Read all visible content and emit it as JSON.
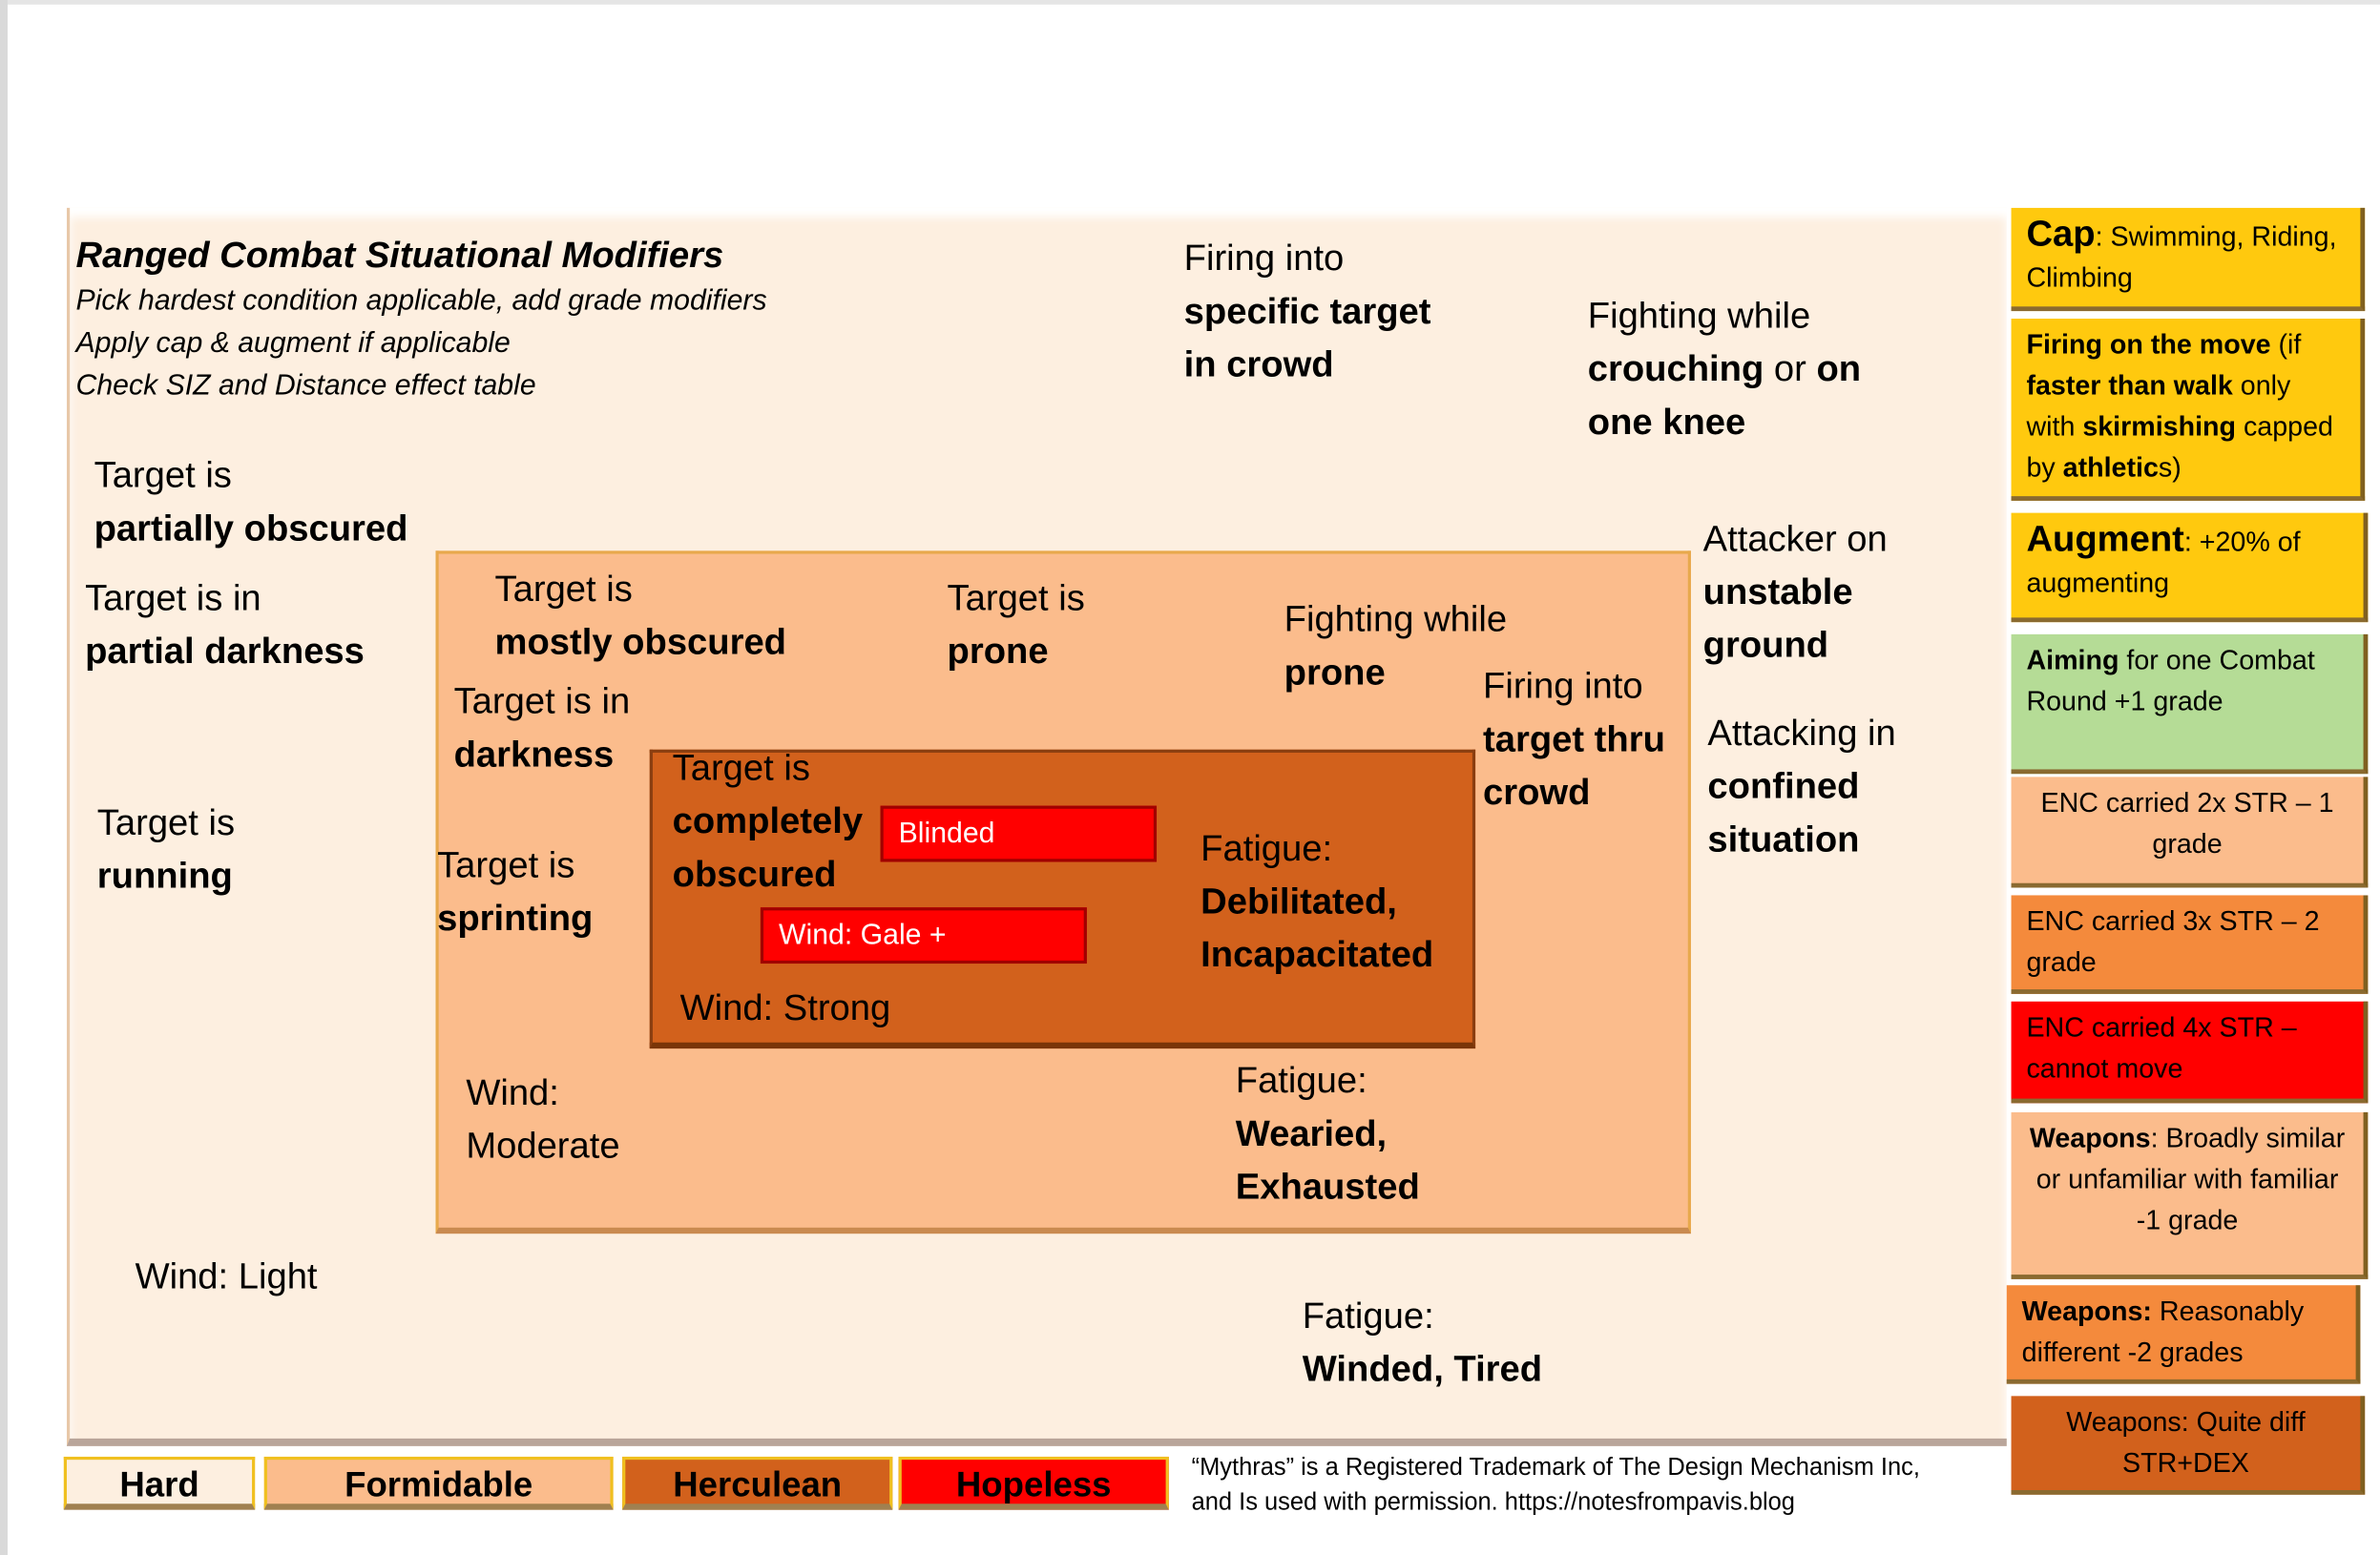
{
  "title": {
    "heading": "Ranged Combat Situational Modifiers",
    "lines": [
      "Pick hardest condition applicable, add grade modifiers",
      "Apply cap & augment if applicable",
      "Check SIZ and Distance effect table"
    ]
  },
  "labels": [
    {
      "id": "specific-target",
      "lines": [
        [
          {
            "t": "Firing into"
          }
        ],
        [
          {
            "t": "specific target",
            "b": true
          }
        ],
        [
          {
            "t": "in crowd",
            "b": true
          }
        ]
      ]
    },
    {
      "id": "crouching",
      "lines": [
        [
          {
            "t": "Fighting while"
          }
        ],
        [
          {
            "t": "crouching",
            "b": true
          },
          {
            "t": " or "
          },
          {
            "t": "on",
            "b": true
          }
        ],
        [
          {
            "t": "one knee",
            "b": true
          }
        ]
      ]
    },
    {
      "id": "partially-obscured",
      "lines": [
        [
          {
            "t": "Target is"
          }
        ],
        [
          {
            "t": "partially obscured",
            "b": true
          }
        ]
      ]
    },
    {
      "id": "partial-darkness",
      "lines": [
        [
          {
            "t": "Target is in"
          }
        ],
        [
          {
            "t": "partial darkness",
            "b": true
          }
        ]
      ]
    },
    {
      "id": "running",
      "lines": [
        [
          {
            "t": "Target is"
          }
        ],
        [
          {
            "t": "running",
            "b": true
          }
        ]
      ]
    },
    {
      "id": "wind-light",
      "lines": [
        [
          {
            "t": "Wind: Light"
          }
        ]
      ]
    },
    {
      "id": "mostly-obscured",
      "lines": [
        [
          {
            "t": "Target is"
          }
        ],
        [
          {
            "t": "mostly obscured",
            "b": true
          }
        ]
      ]
    },
    {
      "id": "prone",
      "lines": [
        [
          {
            "t": "Target is"
          }
        ],
        [
          {
            "t": "prone",
            "b": true
          }
        ]
      ]
    },
    {
      "id": "fighting-prone",
      "lines": [
        [
          {
            "t": "Fighting while"
          }
        ],
        [
          {
            "t": "prone",
            "b": true
          }
        ]
      ]
    },
    {
      "id": "unstable-ground",
      "lines": [
        [
          {
            "t": "Attacker on"
          }
        ],
        [
          {
            "t": "unstable",
            "b": true
          }
        ],
        [
          {
            "t": "ground",
            "b": true
          }
        ]
      ]
    },
    {
      "id": "thru-crowd",
      "lines": [
        [
          {
            "t": "Firing into"
          }
        ],
        [
          {
            "t": "target thru",
            "b": true
          }
        ],
        [
          {
            "t": "crowd",
            "b": true
          }
        ]
      ]
    },
    {
      "id": "confined",
      "lines": [
        [
          {
            "t": "Attacking in"
          }
        ],
        [
          {
            "t": "confined",
            "b": true
          }
        ],
        [
          {
            "t": "situation",
            "b": true
          }
        ]
      ]
    },
    {
      "id": "darkness",
      "lines": [
        [
          {
            "t": "Target is in"
          }
        ],
        [
          {
            "t": "darkness",
            "b": true
          }
        ]
      ]
    },
    {
      "id": "sprinting",
      "lines": [
        [
          {
            "t": "Target is"
          }
        ],
        [
          {
            "t": "sprinting",
            "b": true
          }
        ]
      ]
    },
    {
      "id": "completely-obscured",
      "lines": [
        [
          {
            "t": "Target is"
          }
        ],
        [
          {
            "t": "completely",
            "b": true
          }
        ],
        [
          {
            "t": "obscured",
            "b": true
          }
        ]
      ]
    },
    {
      "id": "wind-strong",
      "lines": [
        [
          {
            "t": "Wind: Strong"
          }
        ]
      ]
    },
    {
      "id": "fatigue-debilitated",
      "lines": [
        [
          {
            "t": "Fatigue:"
          }
        ],
        [
          {
            "t": "Debilitated,",
            "b": true
          }
        ],
        [
          {
            "t": "Incapacitated",
            "b": true
          }
        ]
      ]
    },
    {
      "id": "wind-moderate",
      "lines": [
        [
          {
            "t": "Wind:"
          }
        ],
        [
          {
            "t": "Moderate"
          }
        ]
      ]
    },
    {
      "id": "fatigue-wearied",
      "lines": [
        [
          {
            "t": "Fatigue:"
          }
        ],
        [
          {
            "t": "Wearied,",
            "b": true
          }
        ],
        [
          {
            "t": "Exhausted",
            "b": true
          }
        ]
      ]
    },
    {
      "id": "fatigue-winded",
      "lines": [
        [
          {
            "t": "Fatigue:"
          }
        ],
        [
          {
            "t": "Winded, Tired",
            "b": true
          }
        ]
      ]
    }
  ],
  "tags": {
    "blinded": "Blinded",
    "gale": "Wind: Gale +"
  },
  "right_panel": [
    {
      "id": "cap",
      "color": "#ffc90e",
      "align": "left",
      "segs": [
        {
          "t": "Cap",
          "b": true,
          "big": true
        },
        {
          "t": ": Swimming, Riding, Climbing"
        }
      ]
    },
    {
      "id": "firing-move",
      "color": "#ffc90e",
      "align": "left",
      "segs": [
        {
          "t": "Firing on the move",
          "b": true
        },
        {
          "t": " (if "
        },
        {
          "t": "faster than walk",
          "b": true
        },
        {
          "t": " only with "
        },
        {
          "t": "skirmishing",
          "b": true
        },
        {
          "t": " capped by "
        },
        {
          "t": "athletic",
          "b": true
        },
        {
          "t": "s)"
        }
      ]
    },
    {
      "id": "augment",
      "color": "#ffc90e",
      "align": "left",
      "segs": [
        {
          "t": "Augment",
          "b": true,
          "big": true
        },
        {
          "t": ": +20% of augmenting"
        }
      ]
    },
    {
      "id": "aiming",
      "color": "#b5dc96",
      "align": "left",
      "segs": [
        {
          "t": "Aiming",
          "b": true
        },
        {
          "t": " for one Combat Round +1 grade"
        }
      ]
    },
    {
      "id": "enc-2x",
      "color": "#fbbc8c",
      "align": "center",
      "segs": [
        {
          "t": "ENC carried 2x STR – 1 grade"
        }
      ]
    },
    {
      "id": "enc-3x",
      "color": "#f48a3c",
      "align": "left",
      "segs": [
        {
          "t": "ENC carried 3x STR – 2 grade"
        }
      ]
    },
    {
      "id": "enc-4x",
      "color": "#ff0000",
      "align": "left",
      "segs": [
        {
          "t": "ENC carried 4x STR – cannot move"
        }
      ]
    },
    {
      "id": "weapons-broad",
      "color": "#fbbc8c",
      "align": "center",
      "segs": [
        {
          "t": "Weapons",
          "b": true
        },
        {
          "t": ": Broadly similar  or unfamiliar with familiar -1 grade"
        }
      ]
    },
    {
      "id": "weapons-reasonably",
      "color": "#f48a3c",
      "align": "left",
      "segs": [
        {
          "t": "Weapons:",
          "b": true
        },
        {
          "t": " Reasonably different -2 grades"
        }
      ]
    },
    {
      "id": "weapons-quite",
      "color": "#d2611c",
      "align": "center",
      "segs": [
        {
          "t": "Weapons: Quite diff STR+DEX"
        }
      ]
    }
  ],
  "legend": [
    {
      "label": "Hard",
      "color": "#fdefe0"
    },
    {
      "label": "Formidable",
      "color": "#fbbc8c"
    },
    {
      "label": "Herculean",
      "color": "#d2611c"
    },
    {
      "label": "Hopeless",
      "color": "#ff0000"
    }
  ],
  "footer": {
    "line1": "“Mythras” is a Registered Trademark of The Design Mechanism Inc,",
    "line2": "and Is used with permission. https://notesfrompavis.blog"
  }
}
